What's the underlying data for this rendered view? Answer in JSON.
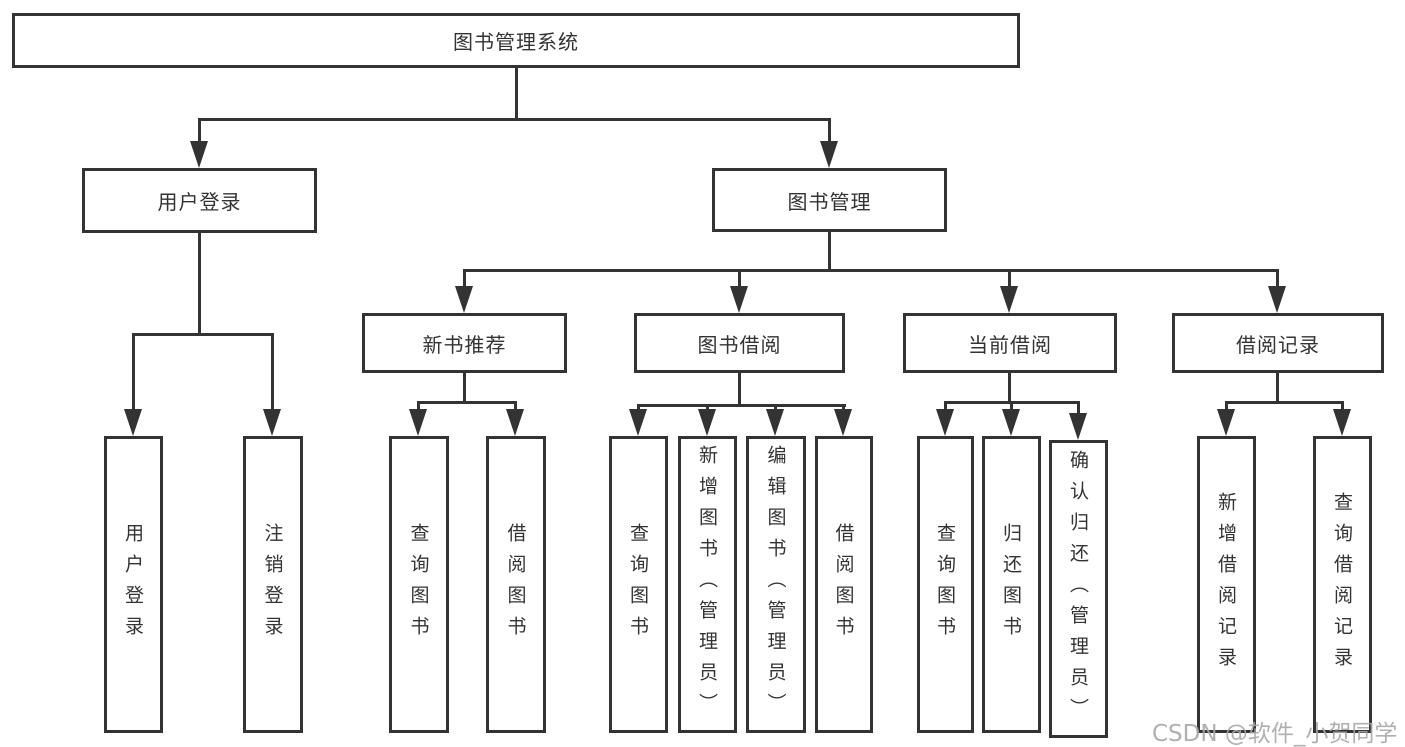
{
  "colors": {
    "line": "#333333",
    "text": "#333333",
    "box_bg": "#ffffff",
    "page_bg": "#ffffff",
    "watermark": "#a8a8a8"
  },
  "watermark": {
    "text": "CSDN @软件_小贺同学"
  },
  "chart_type": "hierarchy-diagram",
  "root": {
    "label": "图书管理系统",
    "children": [
      {
        "label": "用户登录",
        "children": [
          {
            "label": "用户登录"
          },
          {
            "label": "注销登录"
          }
        ]
      },
      {
        "label": "图书管理",
        "children": [
          {
            "label": "新书推荐",
            "children": [
              {
                "label": "查询图书"
              },
              {
                "label": "借阅图书"
              }
            ]
          },
          {
            "label": "图书借阅",
            "children": [
              {
                "label": "查询图书"
              },
              {
                "label": "新增图书（管理员）"
              },
              {
                "label": "编辑图书（管理员）"
              },
              {
                "label": "借阅图书"
              }
            ]
          },
          {
            "label": "当前借阅",
            "children": [
              {
                "label": "查询图书"
              },
              {
                "label": "归还图书"
              },
              {
                "label": "确认归还（管理员）"
              }
            ]
          },
          {
            "label": "借阅记录",
            "children": [
              {
                "label": "新增借阅记录"
              },
              {
                "label": "查询借阅记录"
              }
            ]
          }
        ]
      }
    ]
  }
}
